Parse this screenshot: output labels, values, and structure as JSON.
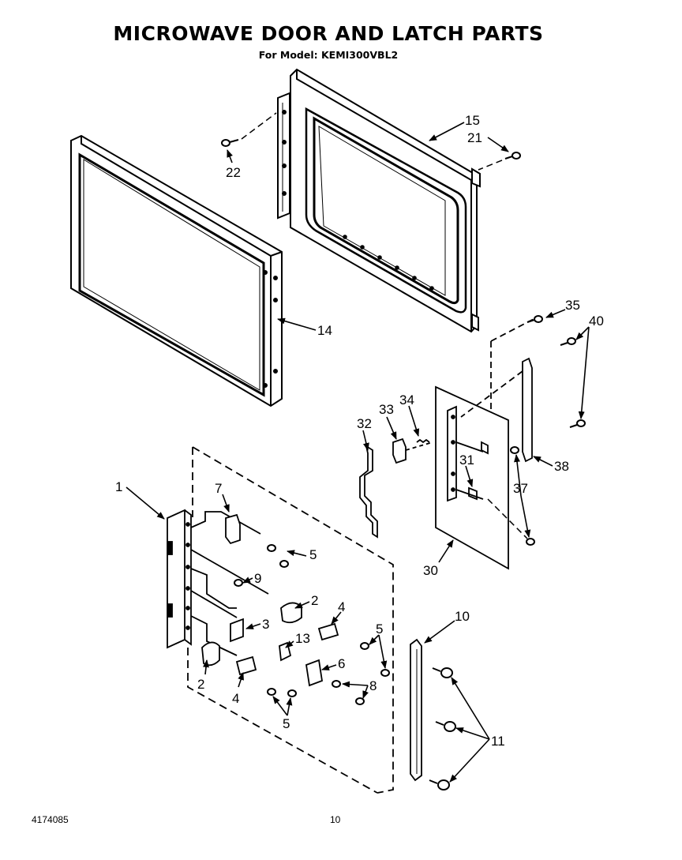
{
  "title": "MICROWAVE DOOR AND LATCH PARTS",
  "subtitle": "For Model: KEMI300VBL2",
  "footer_left": "4174085",
  "footer_page": "10",
  "callouts": {
    "c1": "1",
    "c2a": "2",
    "c2b": "2",
    "c3": "3",
    "c4a": "4",
    "c4b": "4",
    "c5a": "5",
    "c5b": "5",
    "c5c": "5",
    "c6": "6",
    "c7": "7",
    "c8": "8",
    "c9": "9",
    "c10": "10",
    "c11": "11",
    "c13": "13",
    "c14": "14",
    "c15": "15",
    "c21": "21",
    "c22": "22",
    "c30": "30",
    "c31": "31",
    "c32": "32",
    "c33": "33",
    "c34": "34",
    "c35": "35",
    "c37": "37",
    "c38": "38",
    "c40": "40"
  }
}
